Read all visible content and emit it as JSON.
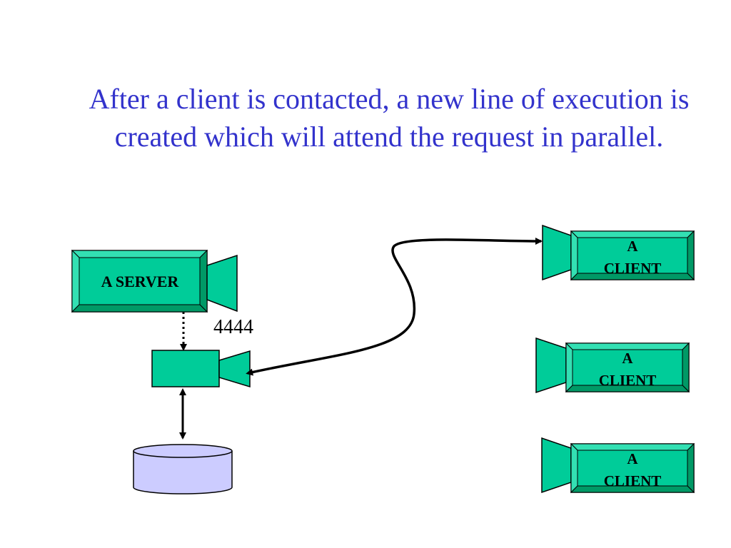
{
  "title": "After a client is contacted, a new line of execution is created which will attend the request in parallel.",
  "server": {
    "label": "A SERVER"
  },
  "port": "4444",
  "clients": [
    {
      "line1": "A",
      "line2": "CLIENT"
    },
    {
      "line1": "A",
      "line2": "CLIENT"
    },
    {
      "line1": "A",
      "line2": "CLIENT"
    }
  ],
  "colors": {
    "title": "#3333cc",
    "box_fill": "#00cc99",
    "box_bevel_light": "#33e0b3",
    "box_bevel_dark": "#009966",
    "database_fill": "#ccccff",
    "line": "#000000"
  }
}
